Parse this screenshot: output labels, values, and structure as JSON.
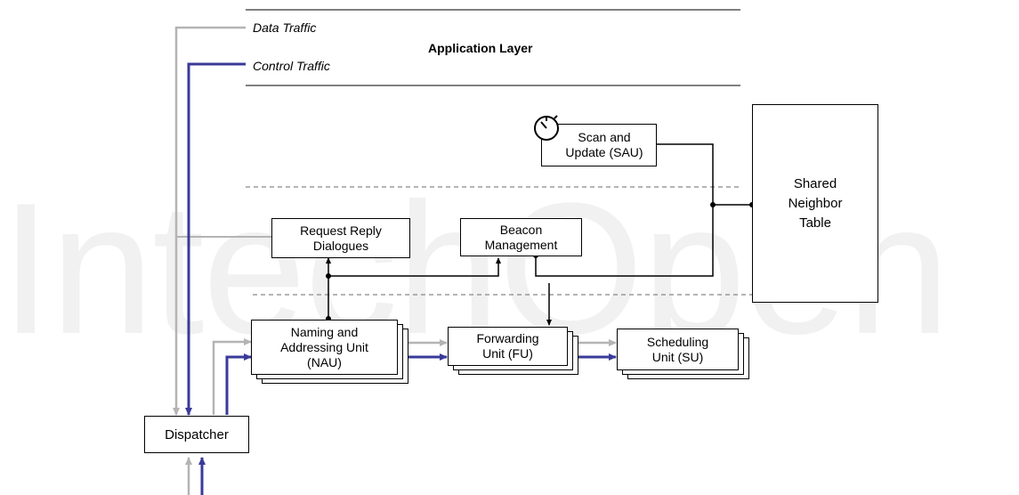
{
  "legend": {
    "data_traffic": "Data Traffic",
    "control_traffic": "Control Traffic"
  },
  "layer": {
    "title": "Application Layer"
  },
  "boxes": {
    "scan_update": "Scan and\nUpdate (SAU)",
    "shared_table": "Shared\nNeighbor\nTable",
    "request_reply": "Request Reply\nDialogues",
    "beacon": "Beacon\nManagement",
    "nau": "Naming and\nAddressing Unit\n(NAU)",
    "fu": "Forwarding\nUnit (FU)",
    "su": "Scheduling\nUnit (SU)",
    "dispatcher": "Dispatcher"
  },
  "watermark": "IntechOpen",
  "colors": {
    "data_traffic": "#b4b4b4",
    "control_traffic": "#3a3a9a",
    "dashed_separator": "#888888",
    "watermark": "#f1f1f1"
  },
  "icons": {
    "timer": "timer-icon"
  }
}
